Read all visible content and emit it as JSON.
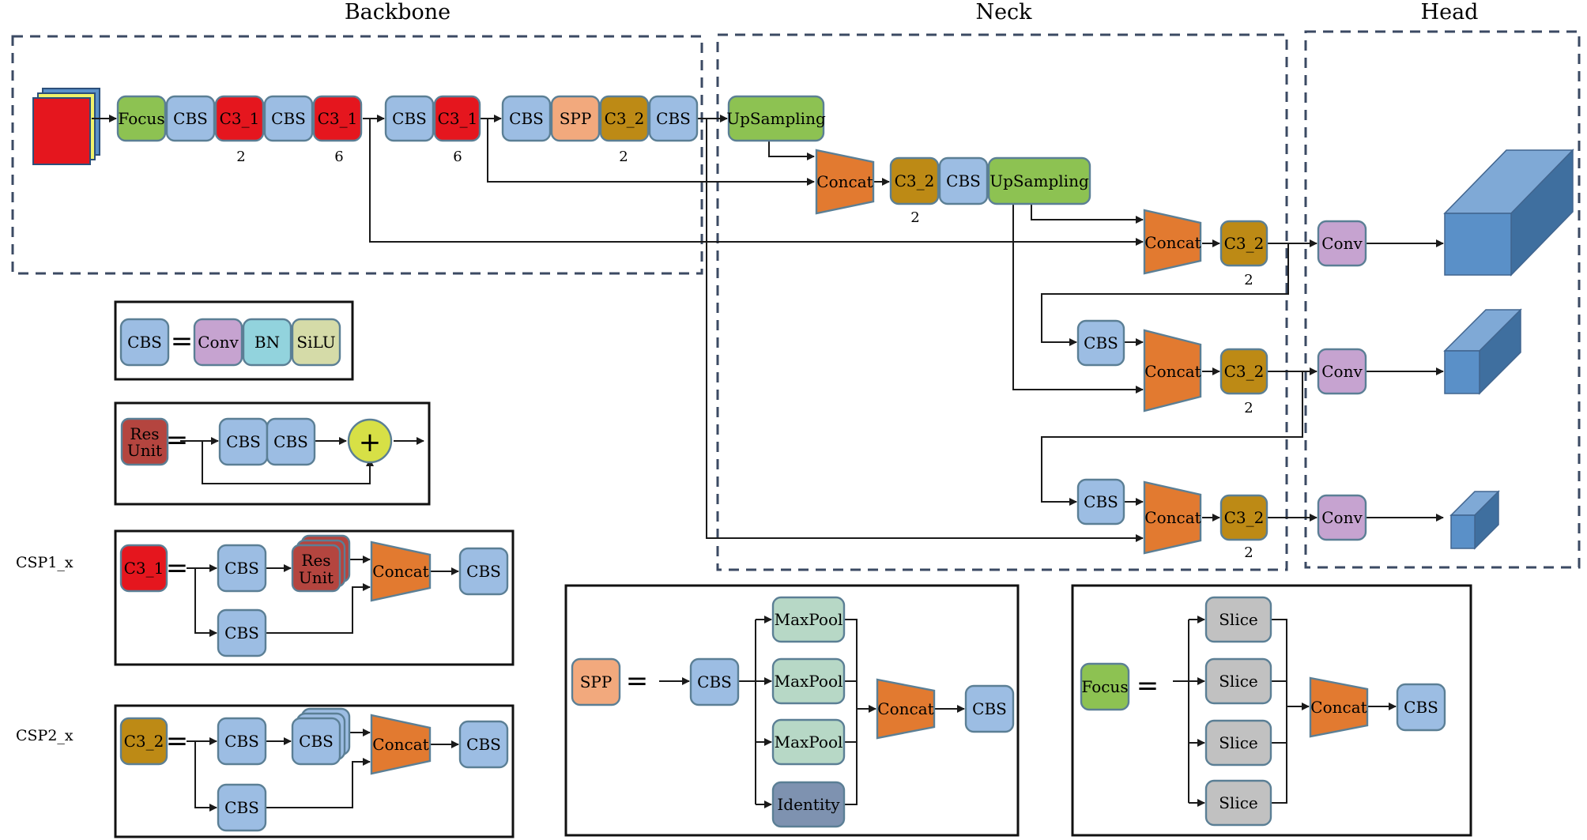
{
  "sections": {
    "backbone": "Backbone",
    "neck": "Neck",
    "head": "Head"
  },
  "colors": {
    "focus": "#8dc252",
    "cbs": "#9cbde3",
    "c31": "#e5161e",
    "c32": "#bd8a15",
    "spp": "#f2a97d",
    "conv": "#c6a3d0",
    "bn": "#92d3dd",
    "silu": "#d5dba8",
    "resunit": "#b4453f",
    "maxpool": "#b7d8c6",
    "identity": "#7e92b0",
    "slice": "#c1c1c1",
    "concat": "#e27a30",
    "add": "#d7e046",
    "cube": "#5a90c8"
  },
  "labels": {
    "focus": "Focus",
    "cbs": "CBS",
    "c31": "C3_1",
    "c32": "C3_2",
    "spp": "SPP",
    "upsampling": "UpSampling",
    "concat": "Concat",
    "conv": "Conv",
    "bn": "BN",
    "silu": "SiLU",
    "res": "Res",
    "unit": "Unit",
    "maxpool": "MaxPool",
    "identity": "Identity",
    "slice": "Slice",
    "plus": "+",
    "equals": "="
  },
  "repeats": {
    "two": "2",
    "six": "6"
  },
  "side_labels": {
    "csp1": "CSP1_x",
    "csp2": "CSP2_x"
  }
}
